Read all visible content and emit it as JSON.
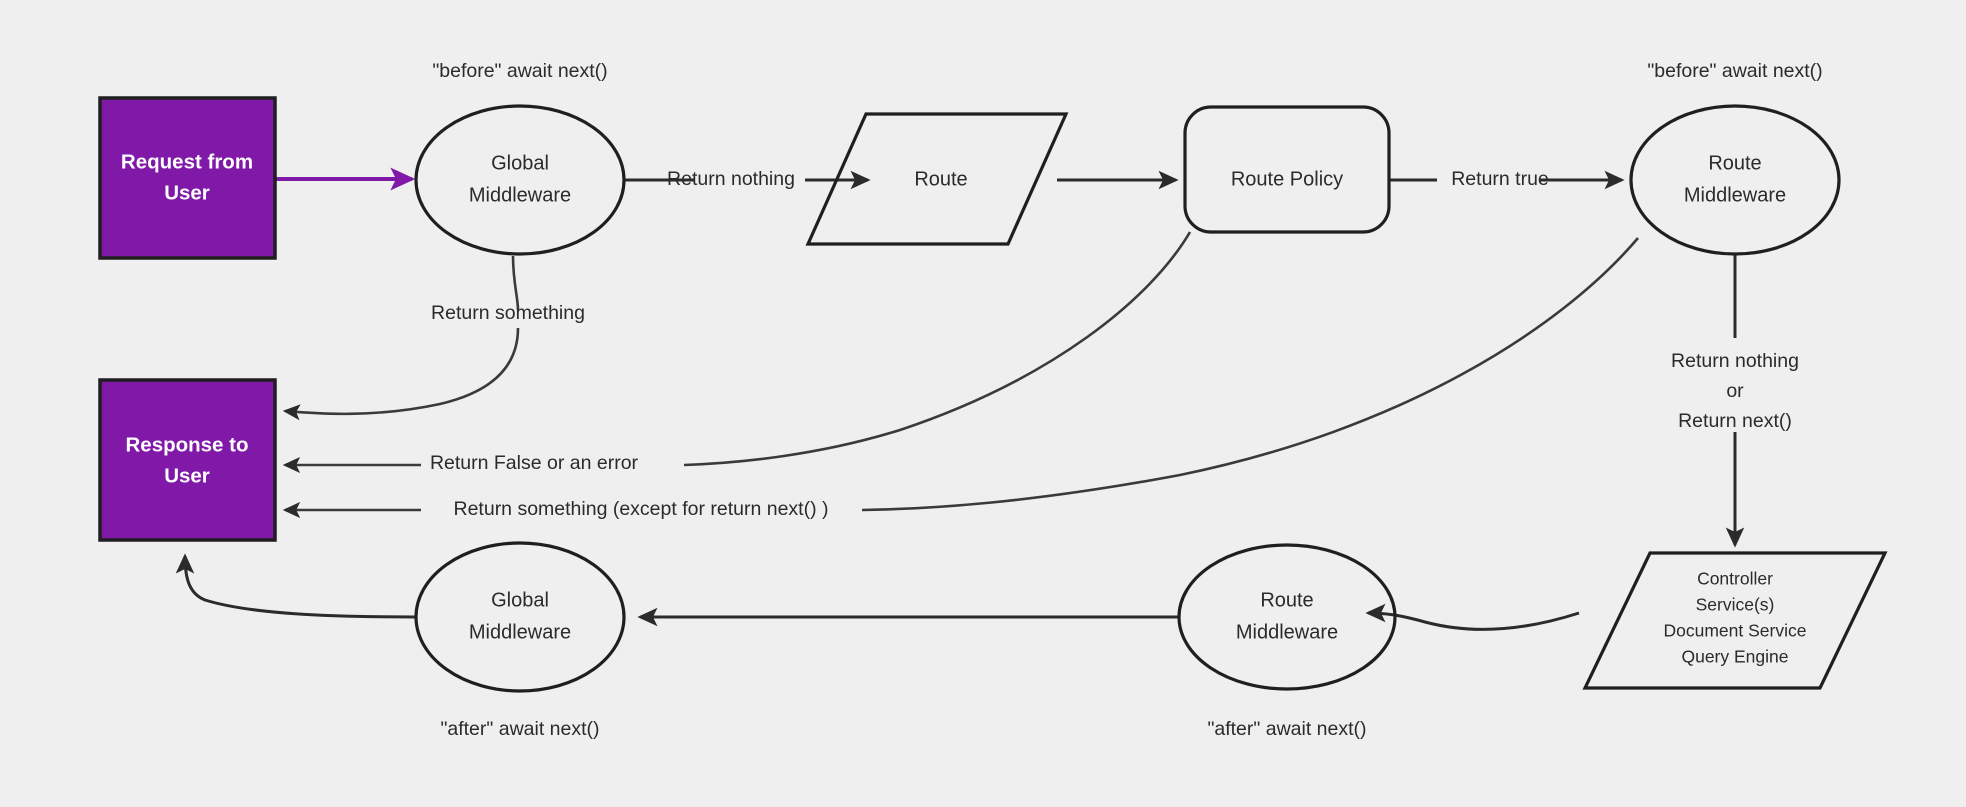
{
  "diagram": {
    "title": "Middleware request/response lifecycle",
    "background_color": "#efefef",
    "accent_color": "#8019a8",
    "stroke_color": "#1f1f1f",
    "nodes": {
      "request_box": {
        "line1": "Request from",
        "line2": "User"
      },
      "response_box": {
        "line1": "Response to",
        "line2": "User"
      },
      "global_middleware_top": {
        "line1": "Global",
        "line2": "Middleware"
      },
      "route": {
        "label": "Route"
      },
      "route_policy": {
        "label": "Route Policy"
      },
      "route_middleware_top": {
        "line1": "Route",
        "line2": "Middleware"
      },
      "controller": {
        "line1": "Controller",
        "line2": "Service(s)",
        "line3": "Document Service",
        "line4": "Query Engine"
      },
      "route_middleware_bottom": {
        "line1": "Route",
        "line2": "Middleware"
      },
      "global_middleware_bottom": {
        "line1": "Global",
        "line2": "Middleware"
      }
    },
    "annotations": {
      "before_await_next_global": "\"before\" await next()",
      "before_await_next_route": "\"before\" await next()",
      "after_await_next_global": "\"after\" await next()",
      "after_await_next_route": "\"after\" await next()"
    },
    "edge_labels": {
      "return_nothing": "Return nothing",
      "return_true": "Return true",
      "return_something_global": "Return something",
      "return_false_or_error": "Return False or an error",
      "return_something_except_next": "Return something (except for return next() )",
      "return_nothing_or_next_line1": "Return nothing",
      "return_nothing_or_next_line2": "or",
      "return_nothing_or_next_line3": "Return next()"
    }
  }
}
